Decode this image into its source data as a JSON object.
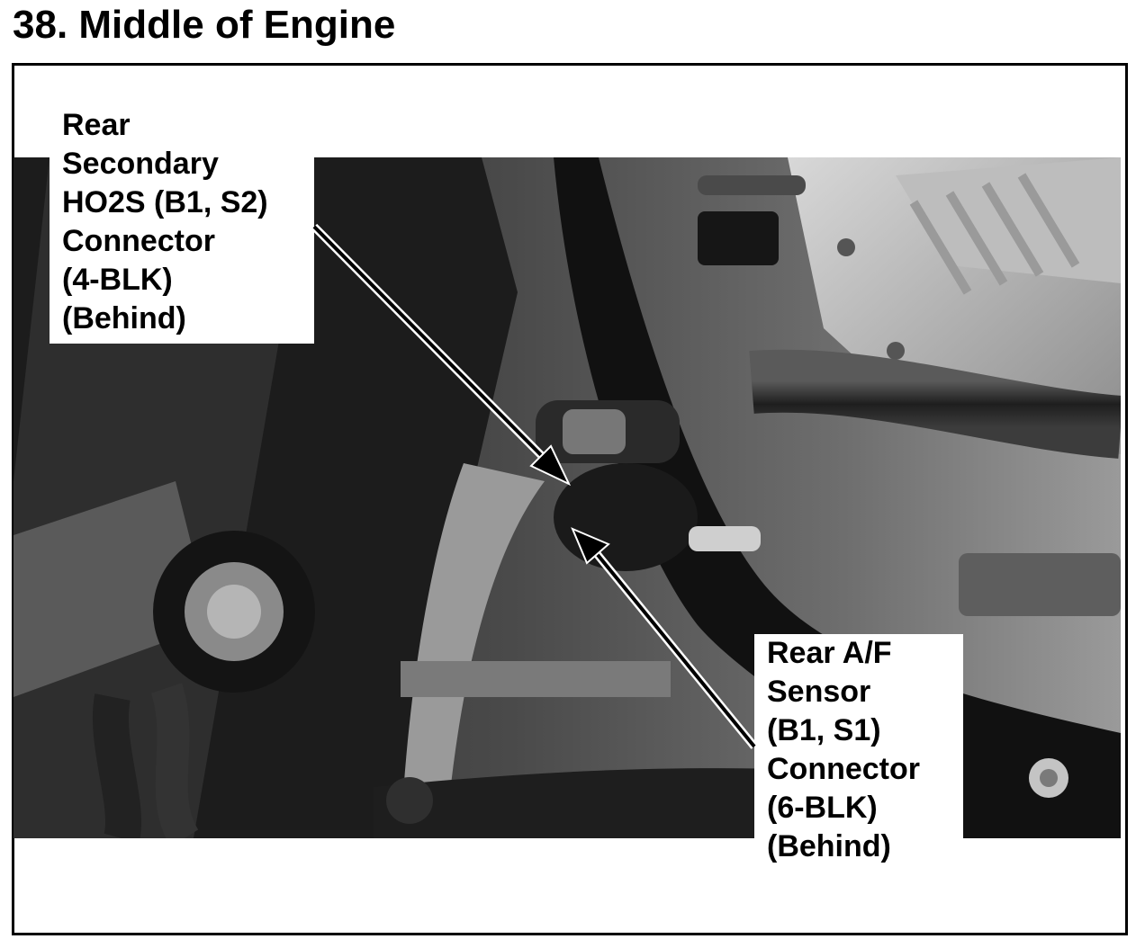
{
  "page": {
    "title": "38. Middle of Engine"
  },
  "callouts": {
    "ho2s": {
      "lines": [
        "Rear",
        "Secondary",
        "HO2S (B1, S2)",
        "Connector",
        "(4-BLK)",
        "(Behind)"
      ]
    },
    "af_sensor": {
      "lines": [
        "Rear A/F",
        "Sensor",
        "(B1, S1)",
        "Connector",
        "(6-BLK)",
        "(Behind)"
      ]
    }
  },
  "colors": {
    "ink": "#000000",
    "paper": "#ffffff",
    "photo_mid": "#3a3a3a"
  }
}
